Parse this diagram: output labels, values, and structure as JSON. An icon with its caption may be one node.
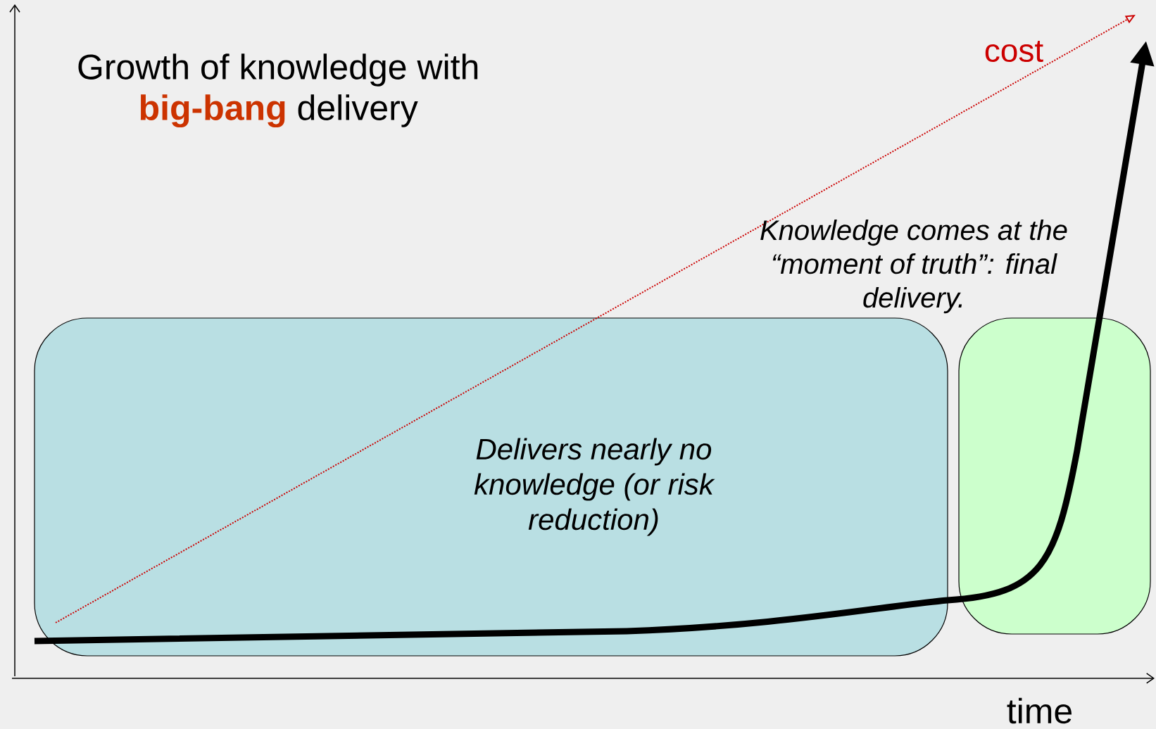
{
  "diagram": {
    "title": "Growth of knowledge with **big-bang** delivery",
    "nodes": [
      {
        "text": [
          "Delivers nearly no knowledge (or risk reduction)"
        ]
      },
      {
        "text": [],
        "shape": "box",
        "beside": [
          "Knowledge comes at the “moment of truth”: final delivery."
        ]
      }
    ],
    "edges": [],
    "labels": [
      "cost",
      "time"
    ]
  }
}
